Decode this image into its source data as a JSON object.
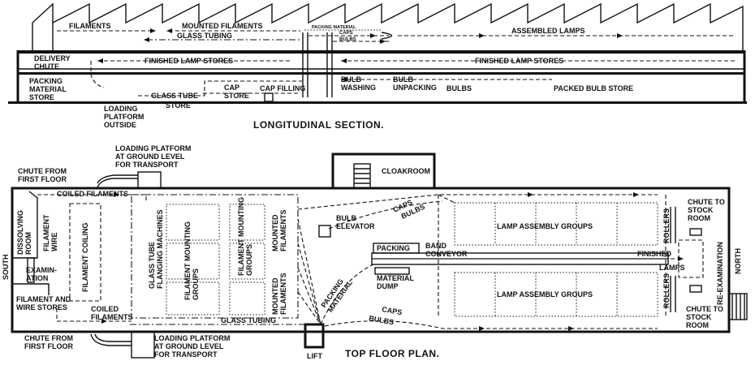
{
  "section": {
    "title": "LONGITUDINAL SECTION.",
    "labels": {
      "filaments": "FILAMENTS",
      "mounted_filaments": "MOUNTED FILAMENTS",
      "glass_tubing": "GLASS TUBING",
      "packing_material": "PACKING MATERIAL",
      "caps": "CAPS",
      "bulbs": "BULBS",
      "assembled_lamps": "ASSEMBLED LAMPS",
      "delivery_chute": "DELIVERY\nCHUTE",
      "finished_lamp_stores_left": "FINISHED LAMP STORES",
      "finished_lamp_stores_right": "FINISHED LAMP STORES",
      "packing_material_store": "PACKING\nMATERIAL\nSTORE",
      "loading_platform_outside": "LOADING\nPLATFORM\nOUTSIDE",
      "glass_tube": "GLASS TUBE",
      "store": "STORE",
      "cap_store": "CAP\nSTORE",
      "cap_filling": "CAP FILLING",
      "bulb_washing": "BULB\nWASHING",
      "bulb_unpacking": "BULB\nUNPACKING",
      "bulbs_lower": "BULBS",
      "packed_bulb_store": "PACKED BULB STORE"
    }
  },
  "plan": {
    "title": "TOP FLOOR PLAN.",
    "labels": {
      "loading_platform_top": "LOADING PLATFORM\nAT GROUND LEVEL\nFOR TRANSPORT",
      "chute_from_first_floor_top": "CHUTE FROM\nFIRST FLOOR",
      "coiled_filaments_top": "COILED FILAMENTS",
      "cloakroom": "CLOAKROOM",
      "dissolving_room": "DISSOLVING\nROOM",
      "filament_wire": "FILAMENT\nWIRE",
      "filament_coiling": "FILAMENT COILING",
      "south": "SOUTH",
      "examination": "EXAMIN-\nATION",
      "filament_and_wire_stores": "FILAMENT AND\nWIRE STORES",
      "coiled_filaments_bottom": "COILED\nFILAMENTS",
      "glass_tube_flanging_machines": "GLASS TUBE\nFLANGING MACHINES",
      "filament_mounting_groups_1": "FILAMENT MOUNTING\nGROUPS",
      "filament_mounting_groups_2": "FILAMENT MOUNTING\nGROUPS",
      "mounted_filaments_1": "MOUNTED\nFILAMENTS",
      "mounted_filaments_2": "MOUNTED\nFILAMENTS",
      "glass_tubing": "GLASS TUBING",
      "bulb_elevator": "BULB\nELEVATOR",
      "caps_upper": "CAPS",
      "bulbs_upper": "BULBS",
      "packing": "PACKING",
      "band_conveyor": "BAND\nCONVEYOR",
      "material_dump": "MATERIAL\nDUMP",
      "packing_material": "PACKING\nMATERIAL",
      "caps_lower": "CAPS",
      "bulbs_lower": "BULBS",
      "lamp_assembly_groups_top": "LAMP ASSEMBLY GROUPS",
      "lamp_assembly_groups_bottom": "LAMP ASSEMBLY GROUPS",
      "finished": "FINISHED",
      "lamps": "LAMPS",
      "rollers_top": "ROLLERS",
      "rollers_bottom": "ROLLERS",
      "chute_to_stock_room_top": "CHUTE TO\nSTOCK\nROOM",
      "chute_to_stock_room_bottom": "CHUTE TO\nSTOCK\nROOM",
      "re_examination": "RE-EXAMINATION",
      "north": "NORTH",
      "chute_from_first_floor_bottom": "CHUTE FROM\nFIRST FLOOR",
      "loading_platform_bottom": "LOADING PLATFORM\nAT GROUND LEVEL\nFOR TRANSPORT",
      "lift": "LIFT"
    }
  }
}
